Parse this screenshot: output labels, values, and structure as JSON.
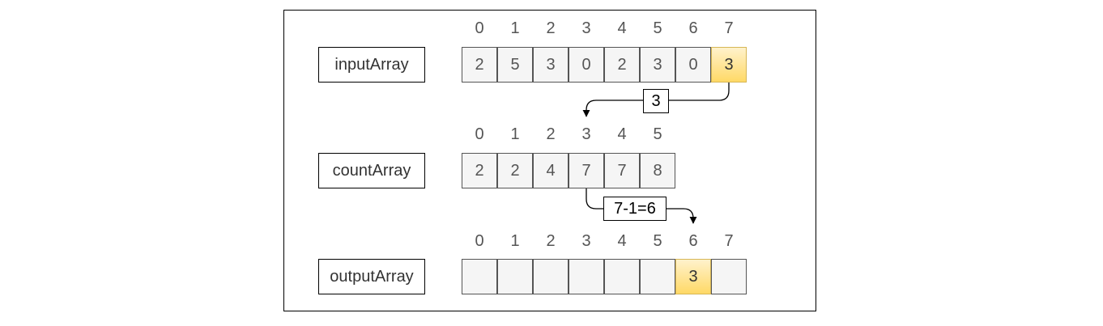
{
  "input": {
    "label": "inputArray",
    "indices": [
      "0",
      "1",
      "2",
      "3",
      "4",
      "5",
      "6",
      "7"
    ],
    "cells": [
      {
        "value": "2",
        "highlight": false
      },
      {
        "value": "5",
        "highlight": false
      },
      {
        "value": "3",
        "highlight": false
      },
      {
        "value": "0",
        "highlight": false
      },
      {
        "value": "2",
        "highlight": false
      },
      {
        "value": "3",
        "highlight": false
      },
      {
        "value": "0",
        "highlight": false
      },
      {
        "value": "3",
        "highlight": true
      }
    ]
  },
  "step1": {
    "text": "3"
  },
  "count": {
    "label": "countArray",
    "indices": [
      "0",
      "1",
      "2",
      "3",
      "4",
      "5"
    ],
    "cells": [
      {
        "value": "2",
        "highlight": false
      },
      {
        "value": "2",
        "highlight": false
      },
      {
        "value": "4",
        "highlight": false
      },
      {
        "value": "7",
        "highlight": false
      },
      {
        "value": "7",
        "highlight": false
      },
      {
        "value": "8",
        "highlight": false
      }
    ]
  },
  "step2": {
    "text": "7-1=6"
  },
  "output": {
    "label": "outputArray",
    "indices": [
      "0",
      "1",
      "2",
      "3",
      "4",
      "5",
      "6",
      "7"
    ],
    "cells": [
      {
        "value": "",
        "highlight": false
      },
      {
        "value": "",
        "highlight": false
      },
      {
        "value": "",
        "highlight": false
      },
      {
        "value": "",
        "highlight": false
      },
      {
        "value": "",
        "highlight": false
      },
      {
        "value": "",
        "highlight": false
      },
      {
        "value": "3",
        "highlight": true
      },
      {
        "value": "",
        "highlight": false
      }
    ]
  },
  "colors": {
    "highlight_fill": "#ffd966",
    "highlight_border": "#d6b656",
    "cell_fill": "#f5f5f5"
  }
}
